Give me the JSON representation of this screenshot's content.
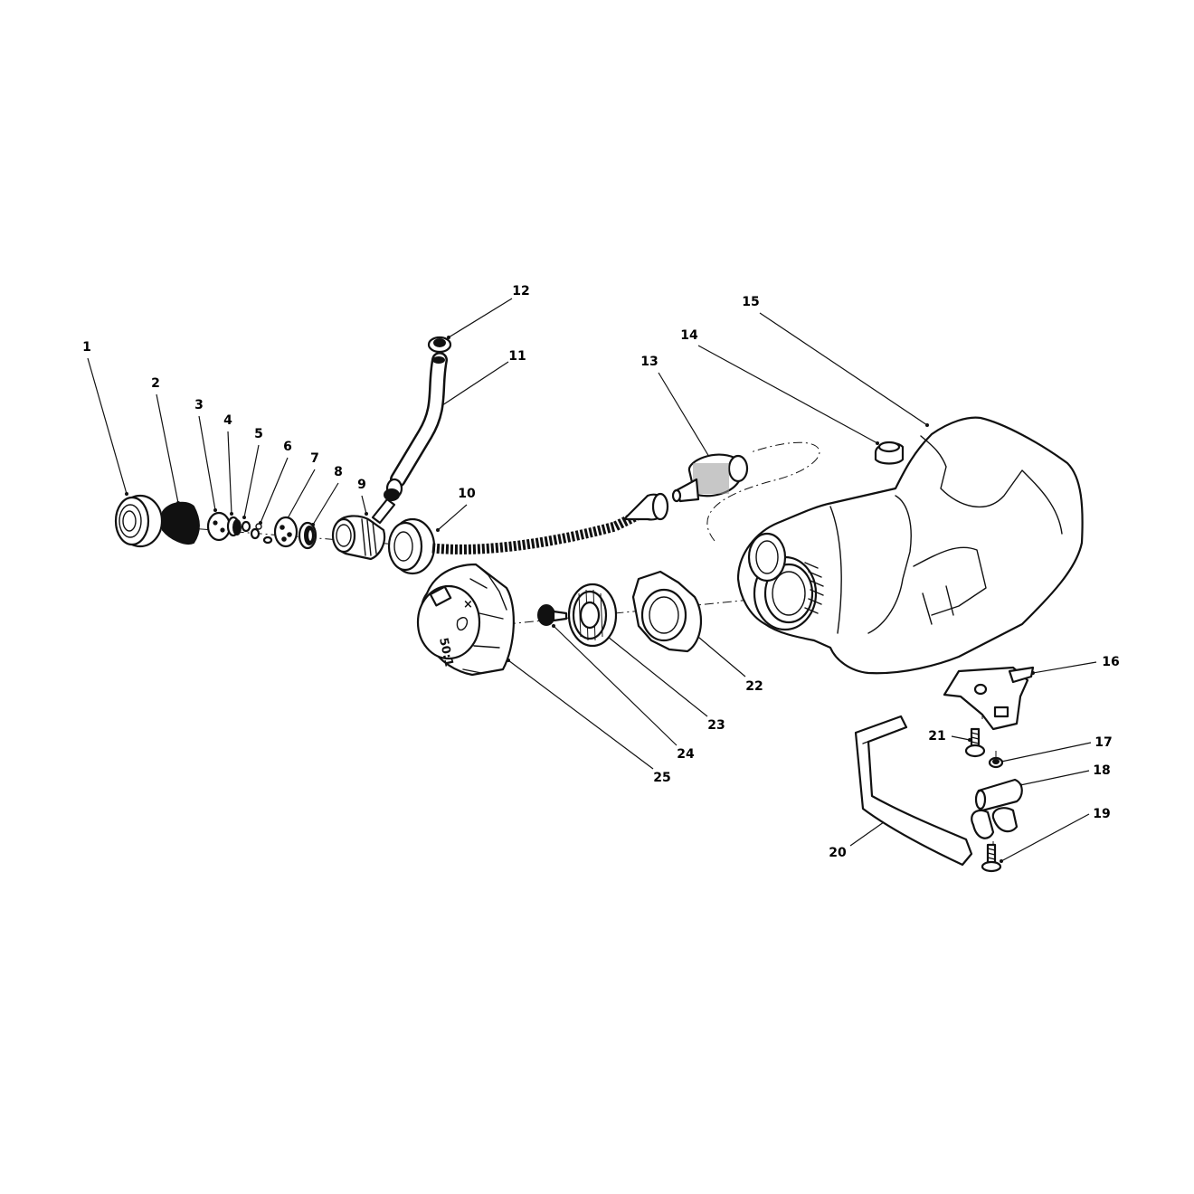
{
  "diagram": {
    "part_labels": [
      "1",
      "2",
      "3",
      "4",
      "5",
      "6",
      "7",
      "8",
      "9",
      "10",
      "11",
      "12",
      "13",
      "14",
      "15",
      "16",
      "17",
      "18",
      "19",
      "20",
      "21",
      "22",
      "23",
      "24",
      "25"
    ],
    "cap_marking": "50:1"
  }
}
